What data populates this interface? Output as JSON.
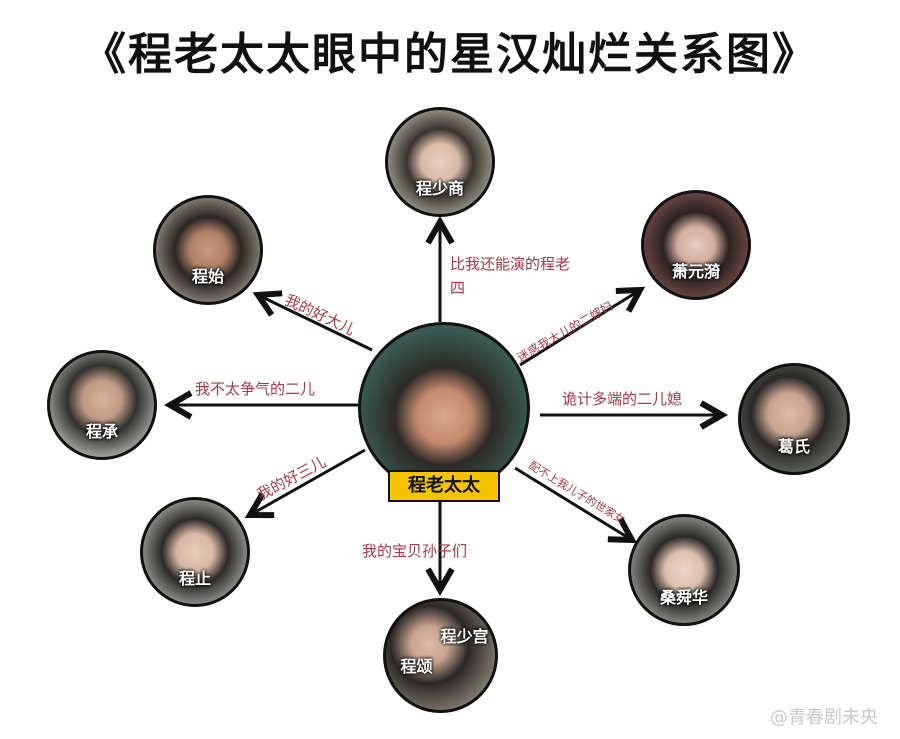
{
  "title": "《程老太太眼中的星汉灿烂关系图》",
  "center": {
    "name": "程老太太"
  },
  "nodes": [
    {
      "name": "程少商",
      "relation": "比我还能演的程老四"
    },
    {
      "name": "萧元漪",
      "relation": "迷惑我大儿的二嫁妇"
    },
    {
      "name": "程始",
      "relation": "我的好大儿"
    },
    {
      "name": "程承",
      "relation": "我不太争气的二儿"
    },
    {
      "name": "葛氏",
      "relation": "诡计多端的二儿媳"
    },
    {
      "name": "程止",
      "relation": "我的好三儿"
    },
    {
      "name": "桑舜华",
      "relation": "配不上我儿子的世家女"
    },
    {
      "name": "程颂",
      "name2": "程少宫",
      "relation": "我的宝贝孙子们"
    }
  ],
  "watermark": "@青春剧未央",
  "colors": {
    "label": "#a23a48",
    "badge": "#f5c400"
  }
}
